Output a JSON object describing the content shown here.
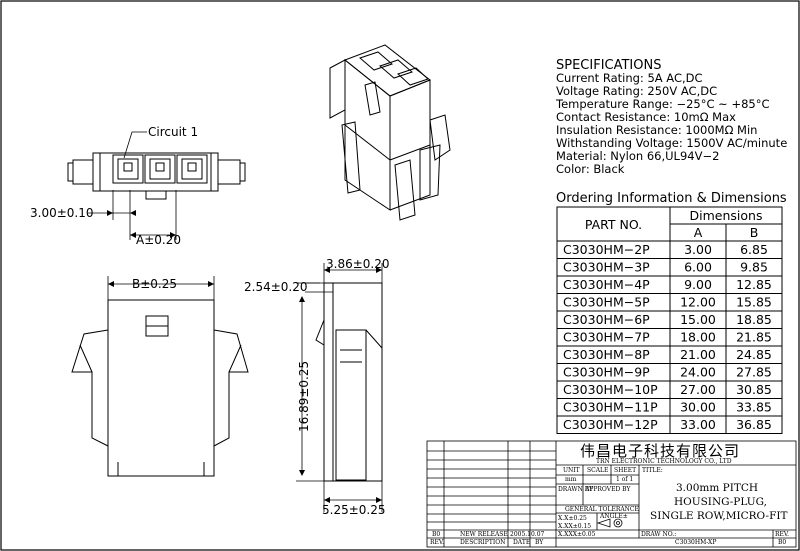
{
  "views": {
    "top": {
      "circuit_label": "Circuit 1",
      "pitch_dim": "3.00±0.10",
      "a_dim": "A±0.20"
    },
    "front": {
      "b_dim": "B±0.25"
    },
    "side": {
      "top_dim": "3.86±0.20",
      "offset_dim": "2.54±0.20",
      "height_dim": "16.89±0.25",
      "bottom_dim": "5.25±0.25"
    }
  },
  "specifications": {
    "heading": "SPECIFICATIONS",
    "lines": [
      "Current Rating: 5A AC,DC",
      "Voltage Rating: 250V AC,DC",
      "Temperature Range: −25°C ~ +85°C",
      "Contact Resistance: 10mΩ Max",
      "Insulation Resistance: 1000MΩ Min",
      "Withstanding Voltage: 1500V AC/minute",
      "Material: Nylon 66,UL94V−2",
      "Color: Black"
    ]
  },
  "ordering": {
    "heading": "Ordering Information & Dimensions",
    "header": {
      "part": "PART NO.",
      "dimensions": "Dimensions",
      "a": "A",
      "b": "B"
    },
    "rows": [
      [
        "C3030HM−2P",
        "3.00",
        "6.85"
      ],
      [
        "C3030HM−3P",
        "6.00",
        "9.85"
      ],
      [
        "C3030HM−4P",
        "9.00",
        "12.85"
      ],
      [
        "C3030HM−5P",
        "12.00",
        "15.85"
      ],
      [
        "C3030HM−6P",
        "15.00",
        "18.85"
      ],
      [
        "C3030HM−7P",
        "18.00",
        "21.85"
      ],
      [
        "C3030HM−8P",
        "21.00",
        "24.85"
      ],
      [
        "C3030HM−9P",
        "24.00",
        "27.85"
      ],
      [
        "C3030HM−10P",
        "27.00",
        "30.85"
      ],
      [
        "C3030HM−11P",
        "30.00",
        "33.85"
      ],
      [
        "C3030HM−12P",
        "33.00",
        "36.85"
      ]
    ]
  },
  "title_block": {
    "company_cn": "伟昌电子科技有限公司",
    "company_en": "TRN ELECTRONIC TECHNOLOGY CO., LTD",
    "unit_label": "UNIT",
    "scale_label": "SCALE",
    "sheet_label": "SHEET",
    "unit_value": "mm",
    "sheet_value": "1 of 1",
    "drawn_by_label": "DRAWN BY",
    "approved_by_label": "APPROVED BY",
    "tolerance_label": "GENERAL TOLERANCE",
    "tolerances": [
      "X.X±0.25",
      "X.XX±0.15",
      "X.XXX±0.05"
    ],
    "angle_label": "ANGLE±",
    "title_label": "TITLE:",
    "title_lines": [
      "3.00mm PITCH",
      "HOUSING-PLUG,",
      "SINGLE ROW,MICRO-FIT"
    ],
    "drawing_no_label": "DRAW NO.:",
    "drawing_no_value": "C3030HM-XP",
    "rev_label": "REV.",
    "rev_value": "B0",
    "revision_row": {
      "rev": "B0",
      "description": "NEW RELEASE",
      "date": "2005.10.07"
    },
    "revision_header": {
      "rev": "REV.",
      "description": "DESCRIPTION",
      "date": "DATE",
      "by": "BY"
    }
  }
}
